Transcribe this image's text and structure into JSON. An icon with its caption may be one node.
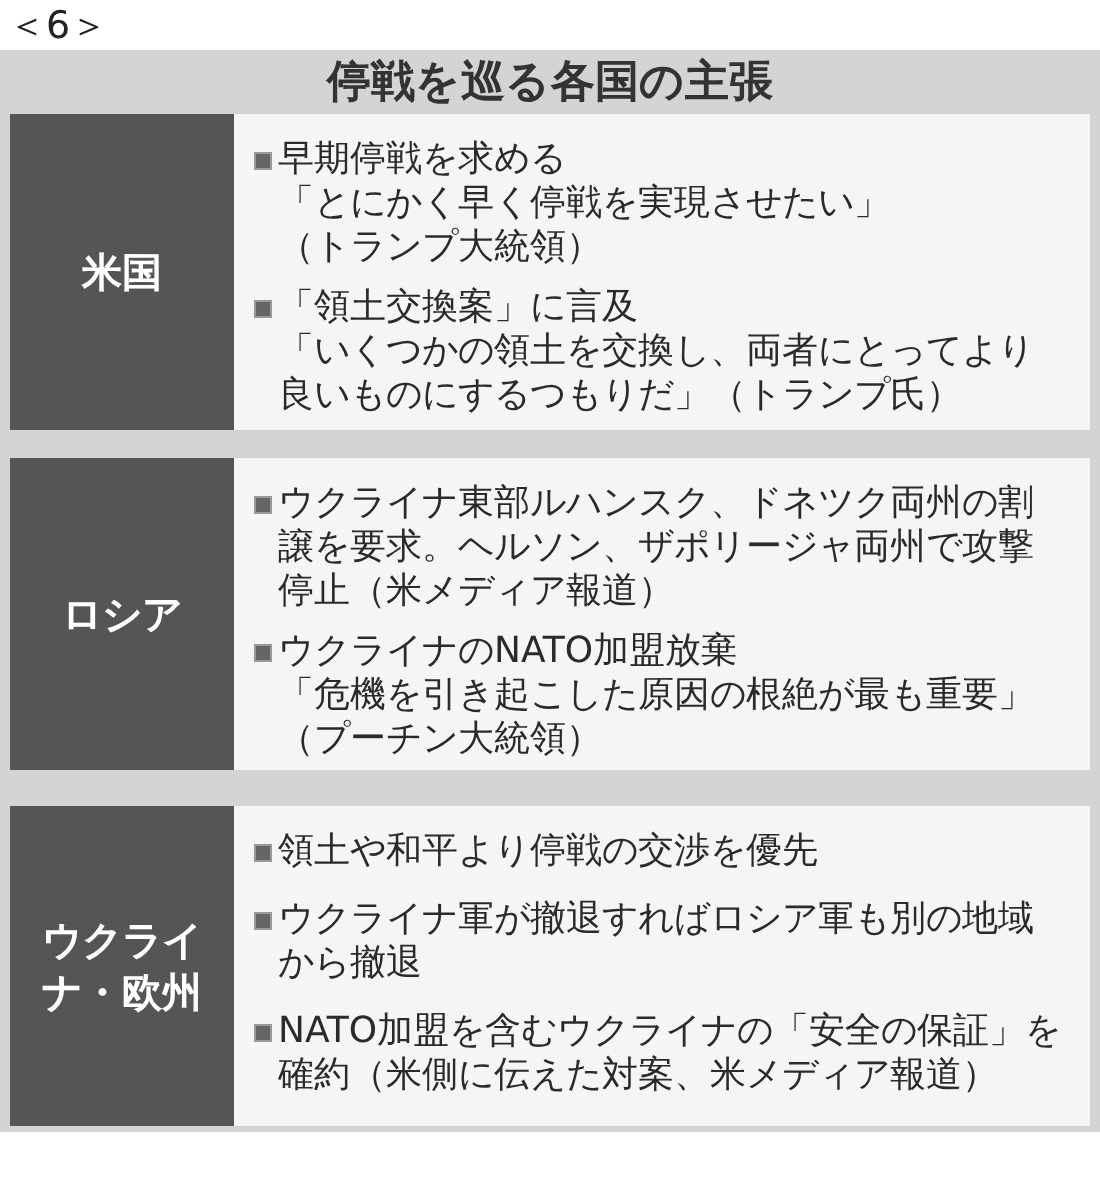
{
  "diagram": {
    "title": "停戦を巡る各国の主張",
    "nodes": [
      {
        "text": [
          "米国"
        ]
      },
      {
        "text": [
          "早期停戦を求める",
          "「とにかく早く停戦を実現させたい」",
          "（トランプ大統領）",
          "「領土交換案」に言及",
          "「いくつかの領土を交換し、両者にとってより良いものにするつもりだ」（トランプ氏）"
        ]
      },
      {
        "text": [
          "ロシア"
        ]
      },
      {
        "text": [
          "ウクライナ東部ルハンスク、ドネツク両州の割譲を要求。ヘルソン、ザポリージャ両州で攻撃停止（米メディア報道）",
          "ウクライナのNATO加盟放棄",
          "「危機を引き起こした原因の根絶が最も重要」",
          "（プーチン大統領）"
        ]
      },
      {
        "text": [
          "ウクライナ・欧州"
        ]
      },
      {
        "text": [
          "領土や和平より停戦の交渉を優先",
          "ウクライナ軍が撤退すればロシア軍も別の地域から撤退",
          "NATO加盟を含むウクライナの「安全の保証」を確約（米側に伝えた対案、米メディア報道）"
        ]
      }
    ],
    "labels": [
      "＜6＞"
    ]
  }
}
